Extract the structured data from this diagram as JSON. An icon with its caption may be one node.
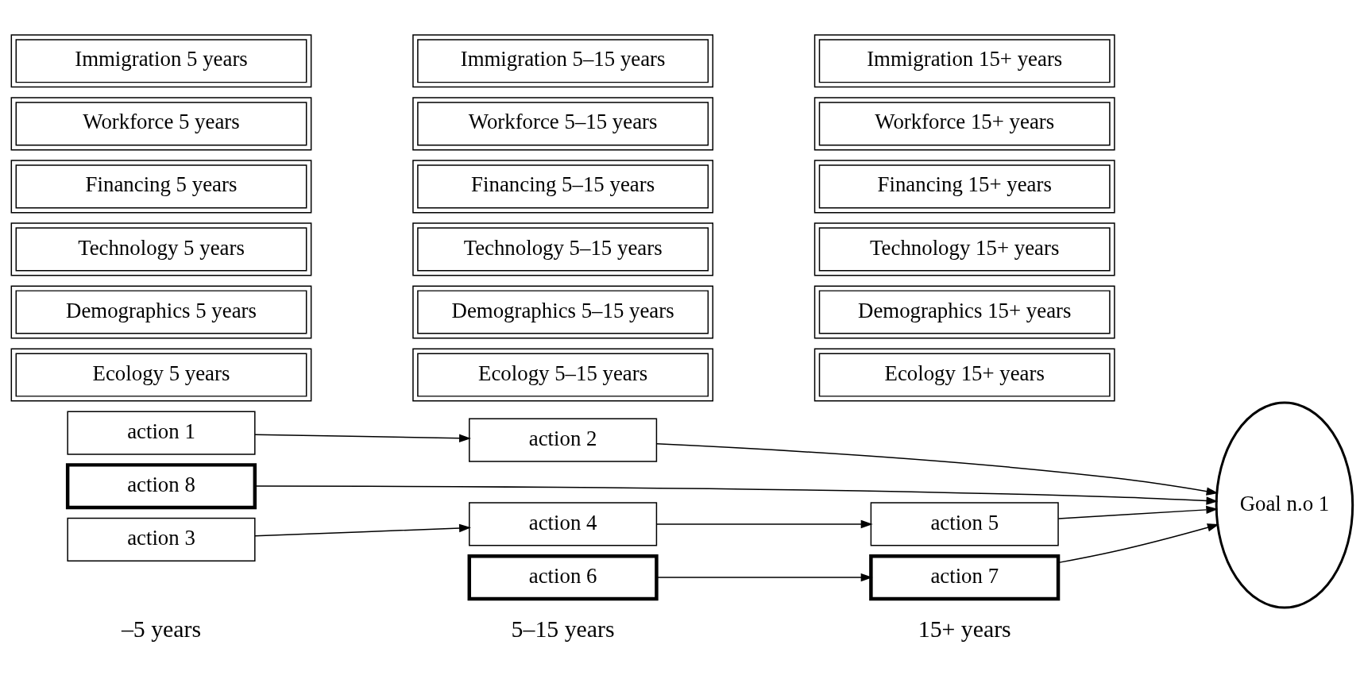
{
  "diagram": {
    "nodes": [
      {
        "text": [
          "action 1"
        ]
      },
      {
        "text": [
          "action 2"
        ]
      },
      {
        "text": [
          "Goal n.o 1"
        ]
      },
      {
        "text": [
          "action 3"
        ]
      },
      {
        "text": [
          "action 4"
        ]
      },
      {
        "text": [
          "action 5"
        ]
      },
      {
        "text": [
          "action 6"
        ]
      },
      {
        "text": [
          "action 7"
        ]
      },
      {
        "text": [
          "action 8"
        ]
      },
      {
        "text": [
          "Ecology 5 years"
        ]
      },
      {
        "text": [
          "Ecology 5–15 years"
        ]
      },
      {
        "text": [
          "Ecology 15+ years"
        ]
      },
      {
        "text": [
          "Demographics 5 years"
        ]
      },
      {
        "text": [
          "Demographics 5–15 years"
        ]
      },
      {
        "text": [
          "Demographics 15+ years"
        ]
      },
      {
        "text": [
          "Technology 5 years"
        ]
      },
      {
        "text": [
          "Technology 5–15 years"
        ]
      },
      {
        "text": [
          "Technology 15+ years"
        ]
      },
      {
        "text": [
          "Financing 5 years"
        ]
      },
      {
        "text": [
          "Financing 5–15 years"
        ]
      },
      {
        "text": [
          "Financing 15+ years"
        ]
      },
      {
        "text": [
          "Workforce 5 years"
        ]
      },
      {
        "text": [
          "Workforce 5–15 years"
        ]
      },
      {
        "text": [
          "Workforce 15+ years"
        ]
      },
      {
        "text": [
          "Immigration 5 years"
        ]
      },
      {
        "text": [
          "Immigration 5–15 years"
        ]
      },
      {
        "text": [
          "Immigration 15+ years"
        ]
      }
    ],
    "edges": [
      {
        "from": 0,
        "to": 1,
        "arrow": "to"
      },
      {
        "from": 1,
        "to": 2,
        "arrow": "to"
      },
      {
        "from": 3,
        "to": 4,
        "arrow": "to"
      },
      {
        "from": 4,
        "to": 5,
        "arrow": "to"
      },
      {
        "from": 5,
        "to": 2,
        "arrow": "to"
      },
      {
        "from": 6,
        "to": 7,
        "arrow": "to"
      },
      {
        "from": 7,
        "to": 2,
        "arrow": "to"
      },
      {
        "from": 8,
        "to": 2,
        "arrow": "to"
      }
    ],
    "labels": [
      "–5 years",
      "5–15 years",
      "15+ years"
    ]
  }
}
